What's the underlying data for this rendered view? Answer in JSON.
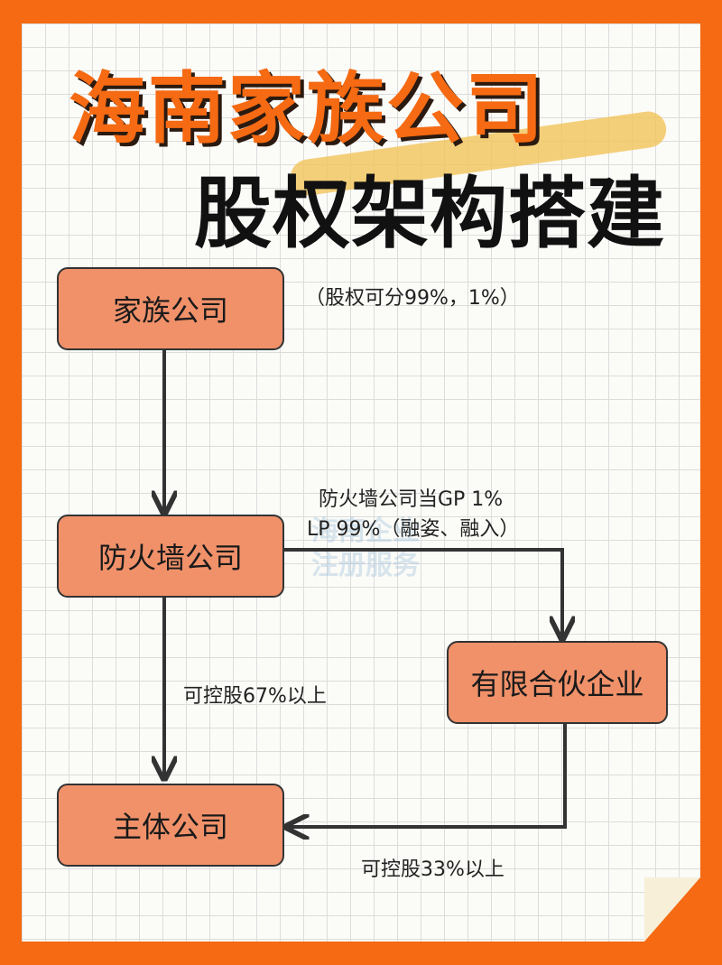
{
  "title_line1": "海南家族公司",
  "title_line2": "股权架构搭建",
  "nodes": {
    "family": "家族公司",
    "firewall": "防火墙公司",
    "partnership": "有限合伙企业",
    "main": "主体公司"
  },
  "labels": {
    "equity_split": "（股权可分99%，1%）",
    "gp_line": "防火墙公司当GP    1%",
    "lp_line": "LP 99%（融姿、融入）",
    "control67": "可控股67%以上",
    "control33": "可控股33%以上"
  },
  "watermark": {
    "line1": "海南企业",
    "line2": "注册服务"
  },
  "colors": {
    "background": "#f56a12",
    "node_fill": "#f0916a",
    "accent": "#f56a12"
  }
}
